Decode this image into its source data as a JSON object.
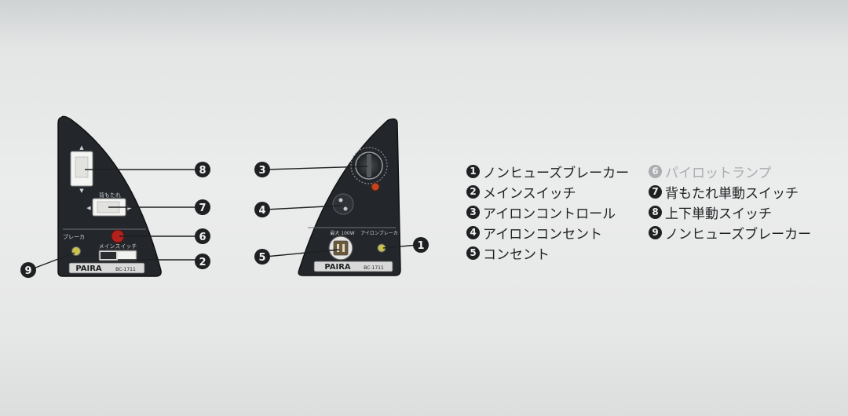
{
  "left_panel": {
    "brand": "PAIRA",
    "model": "BC-1711",
    "breaker_label": "ブレーカ",
    "main_switch_label": "メインスイッチ",
    "backrest_switch_label": "背もたれ"
  },
  "right_panel": {
    "brand": "PAIRA",
    "model": "BC-1711",
    "outlet_label": "最大 100W",
    "iron_breaker_label": "アイロンブレーカ"
  },
  "callouts": {
    "left": [
      "8",
      "7",
      "6",
      "2",
      "9"
    ],
    "right": [
      "3",
      "4",
      "5",
      "1"
    ]
  },
  "legend_left": [
    {
      "num": "1",
      "text": "ノンヒューズブレーカー"
    },
    {
      "num": "2",
      "text": "メインスイッチ"
    },
    {
      "num": "3",
      "text": "アイロンコントロール"
    },
    {
      "num": "4",
      "text": "アイロンコンセント"
    },
    {
      "num": "5",
      "text": "コンセント"
    }
  ],
  "legend_right": [
    {
      "num": "6",
      "text": "パイロットランプ"
    },
    {
      "num": "7",
      "text": "背もたれ単動スイッチ"
    },
    {
      "num": "8",
      "text": "上下単動スイッチ"
    },
    {
      "num": "9",
      "text": "ノンヒューズブレーカー"
    }
  ]
}
